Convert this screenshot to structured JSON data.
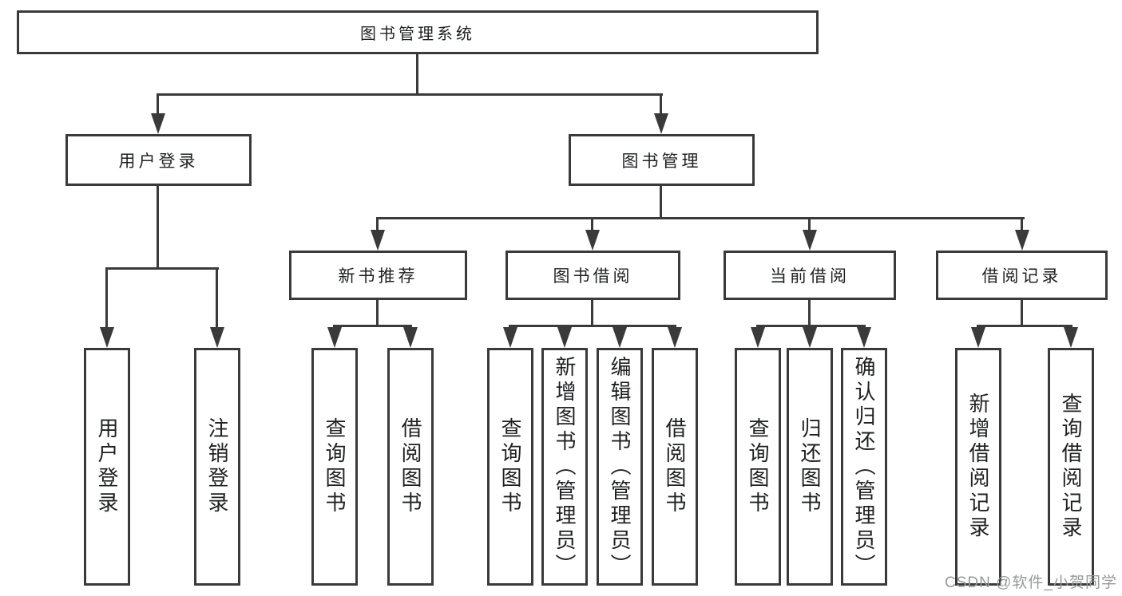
{
  "diagram_type": "hierarchy-tree",
  "colors": {
    "line-color": "#3a3a3a",
    "text-color": "#1f2022",
    "watermark-color": "#97999c",
    "bg-color": "#ffffff"
  },
  "tree": {
    "label": "图书管理系统",
    "children": [
      {
        "label": "用户登录",
        "children": [
          {
            "label": "用户登录"
          },
          {
            "label": "注销登录"
          }
        ]
      },
      {
        "label": "图书管理",
        "children": [
          {
            "label": "新书推荐",
            "children": [
              {
                "label": "查询图书"
              },
              {
                "label": "借阅图书"
              }
            ]
          },
          {
            "label": "图书借阅",
            "children": [
              {
                "label": "查询图书"
              },
              {
                "label": "新增图书（管理员）"
              },
              {
                "label": "编辑图书（管理员）"
              },
              {
                "label": "借阅图书"
              }
            ]
          },
          {
            "label": "当前借阅",
            "children": [
              {
                "label": "查询图书"
              },
              {
                "label": "归还图书"
              },
              {
                "label": "确认归还（管理员）"
              }
            ]
          },
          {
            "label": "借阅记录",
            "children": [
              {
                "label": "新增借阅记录"
              },
              {
                "label": "查询借阅记录"
              }
            ]
          }
        ]
      }
    ]
  },
  "watermark": "CSDN @软件_小贺同学"
}
